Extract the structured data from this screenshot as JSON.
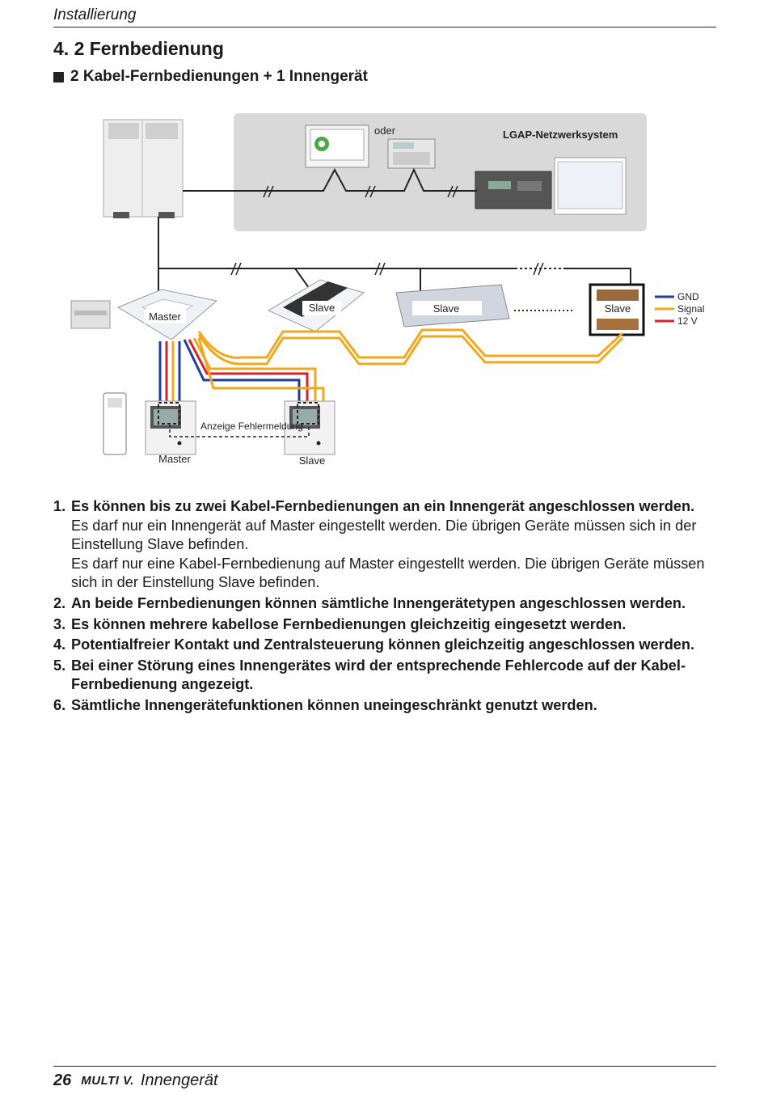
{
  "header": {
    "section": "Installierung"
  },
  "heading": {
    "title": "4. 2 Fernbedienung",
    "subtitle": "2 Kabel-Fernbedienungen + 1 Innengerät"
  },
  "diagram": {
    "oder": "oder",
    "network": "LGAP-Netzwerksystem",
    "master_unit": "Master",
    "slave_unit_1": "Slave",
    "slave_unit_2": "Slave",
    "slave_unit_3": "Slave",
    "legend": [
      "GND",
      "Signal",
      "12 V"
    ],
    "legend_colors": [
      "#1f3f9a",
      "#f0a81e",
      "#d8232a"
    ],
    "error_display": "Anzeige Fehlermeldung",
    "remote_master": "Master",
    "remote_slave": "Slave"
  },
  "list": [
    {
      "num": "1.",
      "bold": "Es können bis zu zwei Kabel-Fernbedienungen an ein Innengerät angeschlossen werden.",
      "normal": [
        "Es darf nur ein Innengerät auf Master eingestellt werden. Die übrigen Geräte müssen sich in der Einstellung Slave befinden.",
        "Es darf nur eine Kabel-Fernbedienung auf Master eingestellt werden. Die übrigen Geräte müssen sich in der Einstellung Slave befinden."
      ]
    },
    {
      "num": "2.",
      "bold": "An beide Fernbedienungen können sämtliche Innengerätetypen angeschlossen werden."
    },
    {
      "num": "3.",
      "bold": "Es können mehrere kabellose Fernbedienungen gleichzeitig eingesetzt werden."
    },
    {
      "num": "4.",
      "bold": "Potentialfreier Kontakt und Zentralsteuerung können gleichzeitig angeschlossen werden."
    },
    {
      "num": "5.",
      "bold": "Bei einer Störung eines Innengerätes wird der entsprechende Fehlercode auf der Kabel-Fernbedienung angezeigt."
    },
    {
      "num": "6.",
      "bold": "Sämtliche Innengerätefunktionen können uneingeschränkt genutzt werden."
    }
  ],
  "footer": {
    "page": "26",
    "brand": "MULTI V.",
    "title": "Innengerät"
  }
}
